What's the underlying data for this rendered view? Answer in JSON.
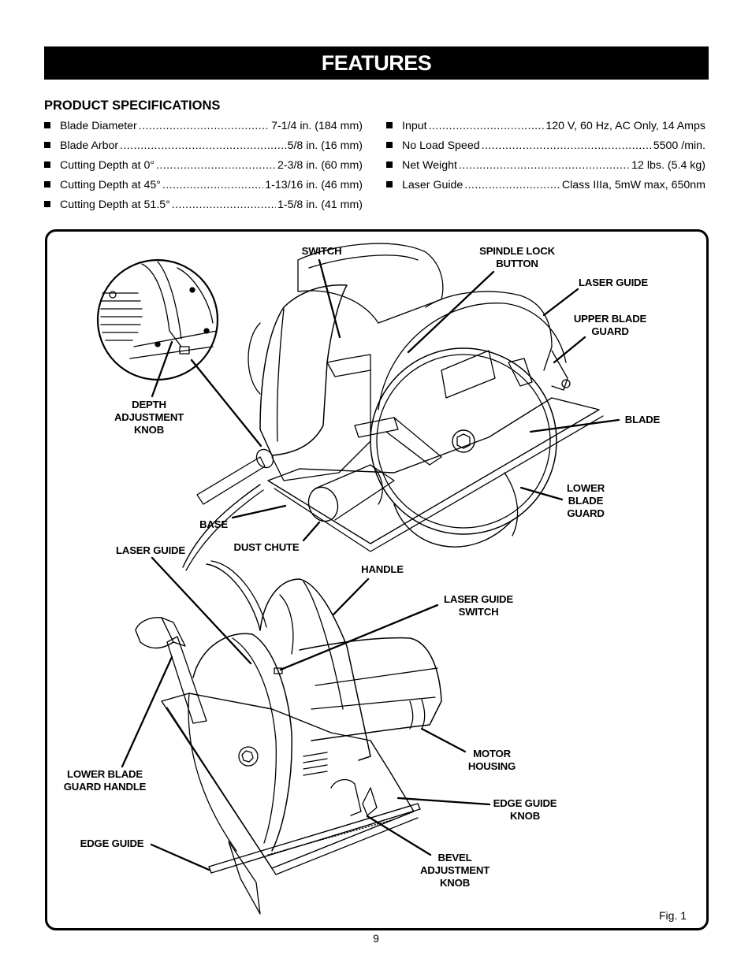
{
  "header": {
    "title": "FEATURES"
  },
  "specifications": {
    "title": "PRODUCT SPECIFICATIONS",
    "left": [
      {
        "name": "Blade Diameter",
        "value": "7-1/4 in. (184 mm)"
      },
      {
        "name": "Blade Arbor",
        "value": "5/8 in. (16 mm)"
      },
      {
        "name": "Cutting Depth at 0°",
        "value": "2-3/8 in. (60 mm)"
      },
      {
        "name": "Cutting Depth at 45°",
        "value": "1-13/16 in. (46 mm)"
      },
      {
        "name": "Cutting Depth at 51.5°",
        "value": "1-5/8 in. (41 mm)"
      }
    ],
    "right": [
      {
        "name": "Input",
        "value": "120 V, 60 Hz, AC Only, 14 Amps"
      },
      {
        "name": "No Load Speed",
        "value": "5500 /min."
      },
      {
        "name": "Net Weight",
        "value": "12 lbs. (5.4 kg)"
      },
      {
        "name": "Laser Guide",
        "value": "Class IIIa, 5mW max, 650nm"
      }
    ]
  },
  "figure": {
    "caption": "Fig. 1",
    "callouts": {
      "switch": "SWITCH",
      "spindle_lock_button": "SPINDLE LOCK\nBUTTON",
      "laser_guide_top": "LASER GUIDE",
      "upper_blade_guard": "UPPER BLADE\nGUARD",
      "blade": "BLADE",
      "lower_blade_guard": "LOWER\nBLADE\nGUARD",
      "depth_adjustment_knob": "DEPTH\nADJUSTMENT\nKNOB",
      "base": "BASE",
      "dust_chute": "DUST CHUTE",
      "laser_guide_bottom": "LASER GUIDE",
      "handle": "HANDLE",
      "laser_guide_switch": "LASER GUIDE\nSWITCH",
      "motor_housing": "MOTOR\nHOUSING",
      "lower_blade_guard_handle": "LOWER BLADE\nGUARD HANDLE",
      "edge_guide_knob": "EDGE GUIDE\nKNOB",
      "edge_guide": "EDGE GUIDE",
      "bevel_adjustment_knob": "BEVEL\nADJUSTMENT\nKNOB"
    }
  },
  "footer": {
    "page_number": "9"
  }
}
